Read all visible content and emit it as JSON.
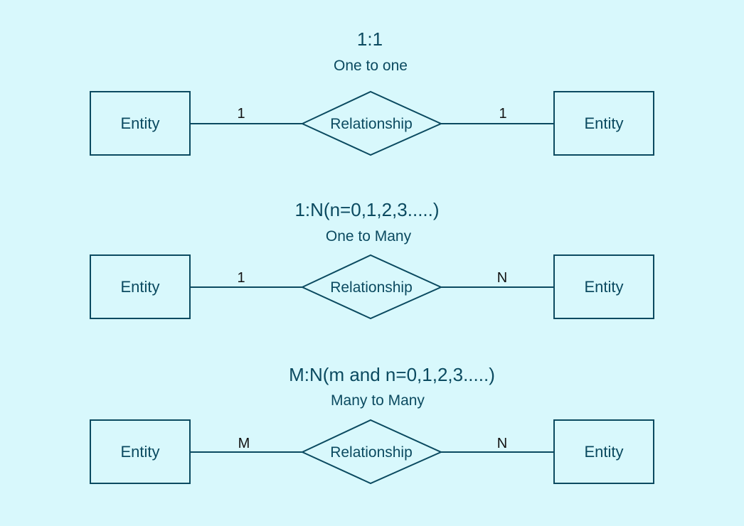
{
  "colors": {
    "background": "#d8f8fc",
    "ink": "#0b4a60",
    "cardinality_ink": "#111111"
  },
  "diagrams": [
    {
      "title": "1:1",
      "subtitle": "One to one",
      "left_entity": "Entity",
      "relationship": "Relationship",
      "right_entity": "Entity",
      "left_cardinality": "1",
      "right_cardinality": "1"
    },
    {
      "title": "1:N(n=0,1,2,3.....)",
      "subtitle": "One to Many",
      "left_entity": "Entity",
      "relationship": "Relationship",
      "right_entity": "Entity",
      "left_cardinality": "1",
      "right_cardinality": "N"
    },
    {
      "title": "M:N(m and n=0,1,2,3.....)",
      "subtitle": "Many to Many",
      "left_entity": "Entity",
      "relationship": "Relationship",
      "right_entity": "Entity",
      "left_cardinality": "M",
      "right_cardinality": "N"
    }
  ]
}
